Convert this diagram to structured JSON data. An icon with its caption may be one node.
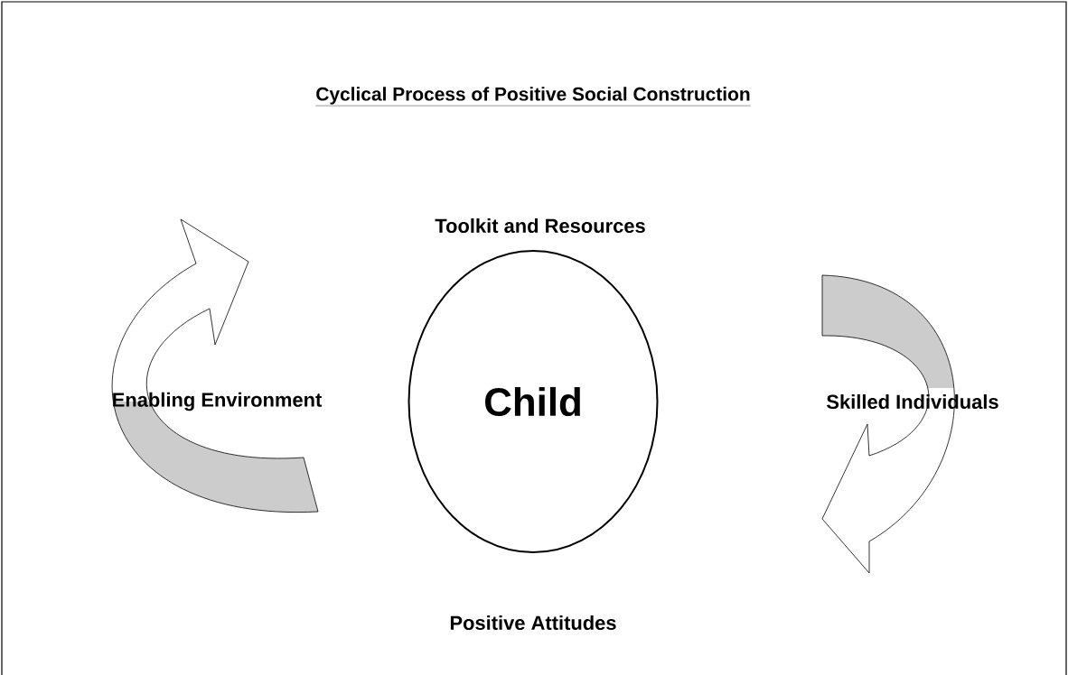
{
  "diagram": {
    "title": "Cyclical Process of Positive Social Construction",
    "nodes": [
      {
        "text": [
          "Child"
        ]
      }
    ],
    "labels": [
      "Toolkit and Resources",
      "Enabling Environment",
      "Skilled Individuals",
      "Positive Attitudes"
    ]
  }
}
